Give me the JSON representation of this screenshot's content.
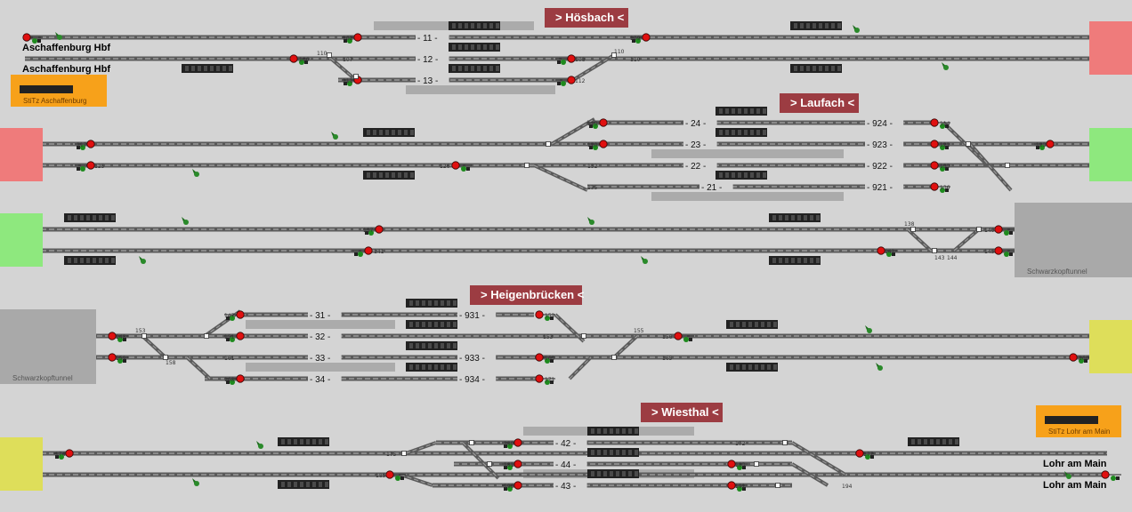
{
  "window": {
    "title": ""
  },
  "colors": {
    "background": "#d4d4d4",
    "banner": "#9c3c42",
    "zone_red": "#ef7b7b",
    "zone_green": "#8ee87e",
    "zone_yellow": "#dede5a",
    "orange": "#f7a11a",
    "signal_red": "#e01010",
    "signal_green": "#1e8a1e",
    "track": "#555555"
  },
  "sections": [
    {
      "name": "> Hösbach <"
    },
    {
      "name": "> Laufach <"
    },
    {
      "name": "> Heigenbrücken <"
    },
    {
      "name": "> Wiesthal <"
    }
  ],
  "stations": {
    "west_top": "Aschaffenburg Hbf",
    "west_bottom": "Aschaffenburg Hbf",
    "east_top": "Lohr am Main",
    "east_bottom": "Lohr am Main"
  },
  "control_centers": {
    "west": "StiTz Aschaffenburg",
    "east": "StiTz Lohr am Main"
  },
  "tunnel": {
    "name_a": "Schwarzkopftunnel",
    "name_b": "Schwarzkopftunnel"
  },
  "track_labels": [
    "- 11 -",
    "- 12 -",
    "- 13 -",
    "- 24 -",
    "- 23 -",
    "- 22 -",
    "- 21 -",
    "- 924 -",
    "- 923 -",
    "- 922 -",
    "- 921 -",
    "- 31 -",
    "- 32 -",
    "- 33 -",
    "- 34 -",
    "- 931 -",
    "- 933 -",
    "- 934 -",
    "- 42 -",
    "- 44 -",
    "- 43 -"
  ],
  "signal_ids": [
    "102",
    "103",
    "105",
    "106",
    "107",
    "108",
    "109",
    "110",
    "111",
    "112",
    "113",
    "114",
    "115",
    "116",
    "117",
    "118",
    "119",
    "120",
    "121",
    "122",
    "123",
    "124",
    "125",
    "126",
    "129",
    "131",
    "132",
    "133",
    "134",
    "135",
    "136",
    "137",
    "138",
    "140",
    "141",
    "142",
    "143",
    "144",
    "145",
    "146",
    "147",
    "148",
    "151",
    "152",
    "153",
    "155",
    "156",
    "157",
    "158",
    "159",
    "160",
    "161",
    "162",
    "163",
    "164",
    "165",
    "166",
    "167",
    "168",
    "171",
    "172",
    "174",
    "175",
    "176",
    "177",
    "178",
    "179",
    "180",
    "181",
    "182",
    "183",
    "184",
    "185",
    "190",
    "191",
    "192",
    "194"
  ]
}
